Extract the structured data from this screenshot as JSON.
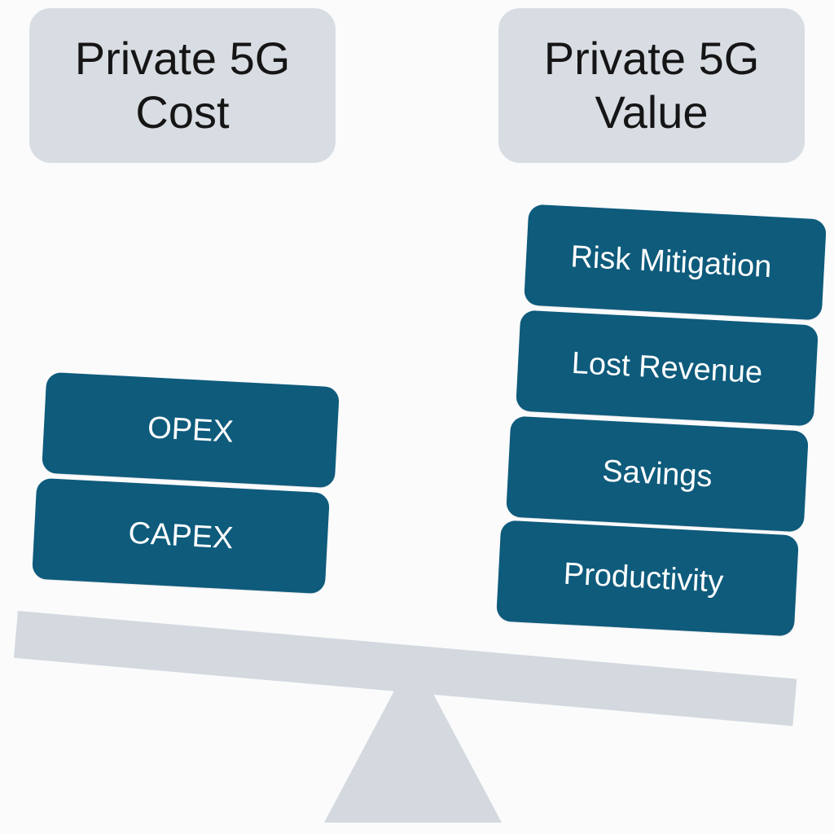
{
  "cost_header": {
    "line1": "Private 5G",
    "line2": "Cost"
  },
  "value_header": {
    "line1": "Private 5G",
    "line2": "Value"
  },
  "cost_items": [
    "OPEX",
    "CAPEX"
  ],
  "value_items": [
    "Risk Mitigation",
    "Lost Revenue",
    "Savings",
    "Productivity"
  ],
  "colors": {
    "header_box": "#d8dde3",
    "block": "#0e5b7c",
    "beam": "#d3d9df",
    "block_text": "#ffffff"
  }
}
